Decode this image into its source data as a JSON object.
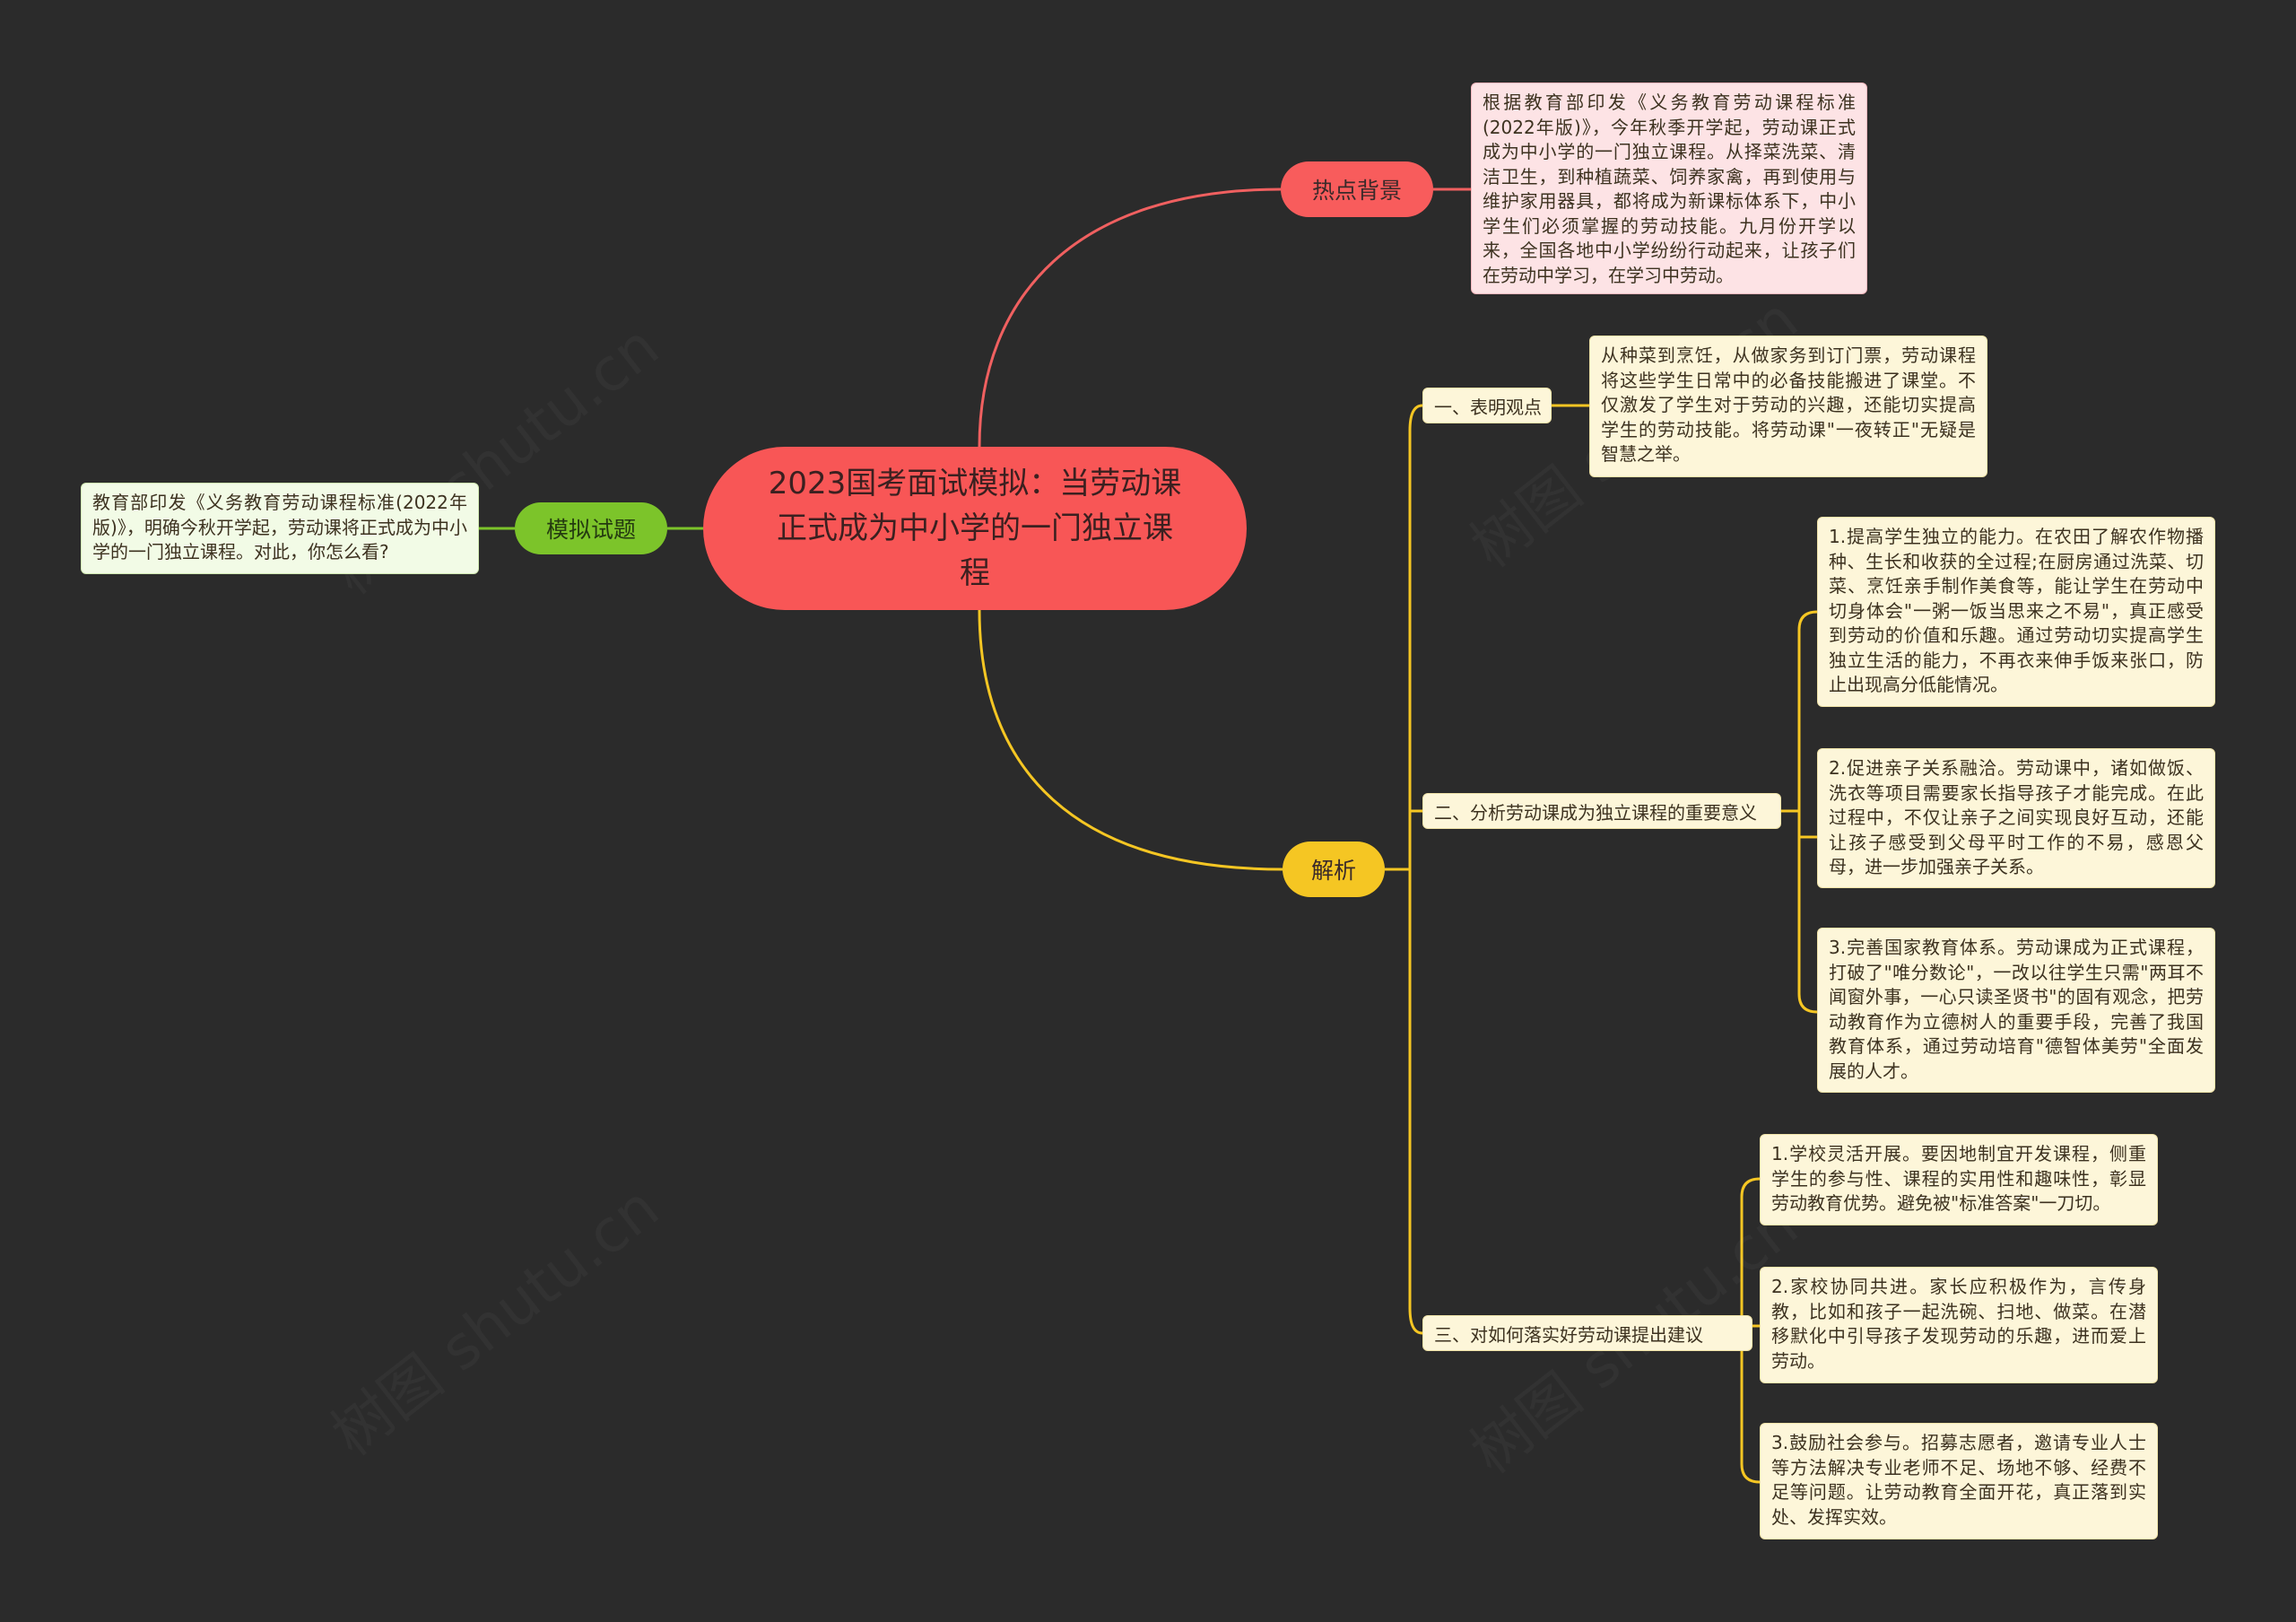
{
  "root": {
    "title": "2023国考面试模拟：当劳动课正式成为中小学的一门独立课程"
  },
  "background_branch": {
    "label": "热点背景",
    "text": "根据教育部印发《义务教育劳动课程标准(2022年版)》，今年秋季开学起，劳动课正式成为中小学的一门独立课程。从择菜洗菜、清洁卫生，到种植蔬菜、饲养家禽，再到使用与维护家用器具，都将成为新课标体系下，中小学生们必须掌握的劳动技能。九月份开学以来，全国各地中小学纷纷行动起来，让孩子们在劳动中学习，在学习中劳动。"
  },
  "question_branch": {
    "label": "模拟试题",
    "text": "教育部印发《义务教育劳动课程标准(2022年版)》，明确今秋开学起，劳动课将正式成为中小学的一门独立课程。对此，你怎么看?"
  },
  "analysis_branch": {
    "label": "解析",
    "sections": [
      {
        "label": "一、表明观点",
        "items": [
          "从种菜到烹饪，从做家务到订门票，劳动课程将这些学生日常中的必备技能搬进了课堂。不仅激发了学生对于劳动的兴趣，还能切实提高学生的劳动技能。将劳动课\"一夜转正\"无疑是智慧之举。"
        ]
      },
      {
        "label": "二、分析劳动课成为独立课程的重要意义",
        "items": [
          "1.提高学生独立的能力。在农田了解农作物播种、生长和收获的全过程;在厨房通过洗菜、切菜、烹饪亲手制作美食等，能让学生在劳动中切身体会\"一粥一饭当思来之不易\"，真正感受到劳动的价值和乐趣。通过劳动切实提高学生独立生活的能力，不再衣来伸手饭来张口，防止出现高分低能情况。",
          "2.促进亲子关系融洽。劳动课中，诸如做饭、洗衣等项目需要家长指导孩子才能完成。在此过程中，不仅让亲子之间实现良好互动，还能让孩子感受到父母平时工作的不易，感恩父母，进一步加强亲子关系。",
          "3.完善国家教育体系。劳动课成为正式课程，打破了\"唯分数论\"，一改以往学生只需\"两耳不闻窗外事，一心只读圣贤书\"的固有观念，把劳动教育作为立德树人的重要手段，完善了我国教育体系，通过劳动培育\"德智体美劳\"全面发展的人才。"
        ]
      },
      {
        "label": "三、对如何落实好劳动课提出建议",
        "items": [
          "1.学校灵活开展。要因地制宜开发课程，侧重学生的参与性、课程的实用性和趣味性，彰显劳动教育优势。避免被\"标准答案\"一刀切。",
          "2.家校协同共进。家长应积极作为，言传身教，比如和孩子一起洗碗、扫地、做菜。在潜移默化中引导孩子发现劳动的乐趣，进而爱上劳动。",
          "3.鼓励社会参与。招募志愿者，邀请专业人士等方法解决专业老师不足、场地不够、经费不足等问题。让劳动教育全面开花，真正落到实处、发挥实效。"
        ]
      }
    ]
  },
  "watermark": "树图 shutu.cn",
  "colors": {
    "background": "#2b2b2b",
    "red": "#f85656",
    "green": "#7cc42a",
    "yellow": "#f5c623"
  }
}
